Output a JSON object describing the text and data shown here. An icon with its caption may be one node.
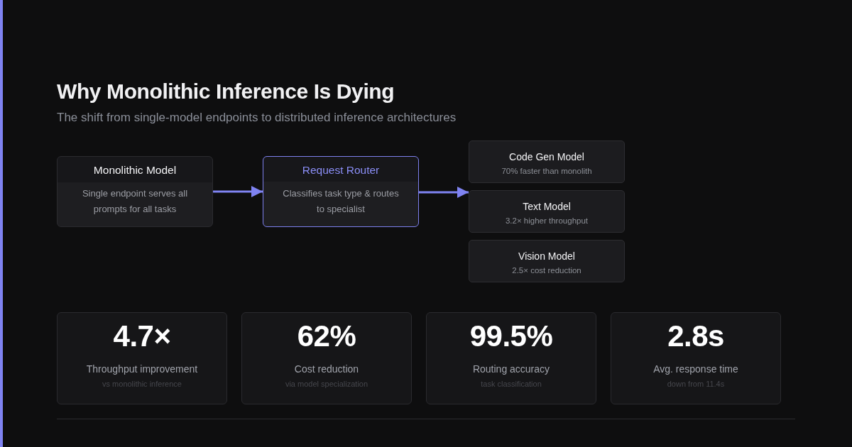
{
  "diagram": {
    "title": "Why Monolithic Inference Is Dying",
    "caption": "The shift from single-model endpoints to distributed inference architectures",
    "nodes": [
      {
        "text": [
          "Monolithic Model",
          "Single endpoint serves all prompts for all tasks"
        ]
      },
      {
        "text": [
          "Request Router",
          "Classifies task type & routes to specialist"
        ]
      },
      {
        "text": [
          "Code Gen Model",
          "70% faster than monolith"
        ]
      },
      {
        "text": [
          "Text Model",
          "3.2× higher throughput"
        ]
      },
      {
        "text": [
          "Vision Model",
          "2.5× cost reduction"
        ]
      },
      {
        "text": [
          "4.7×",
          "Throughput improvement",
          "vs monolithic inference"
        ]
      },
      {
        "text": [
          "62%",
          "Cost reduction",
          "via model specialization"
        ]
      },
      {
        "text": [
          "99.5%",
          "Routing accuracy",
          "task classification"
        ]
      },
      {
        "text": [
          "2.8s",
          "Avg. response time",
          "down from 11.4s"
        ]
      }
    ],
    "edges": [
      {
        "from": 0,
        "to": 1,
        "arrow": "to"
      },
      {
        "from": 1,
        "to": 3,
        "arrow": "to"
      }
    ]
  }
}
